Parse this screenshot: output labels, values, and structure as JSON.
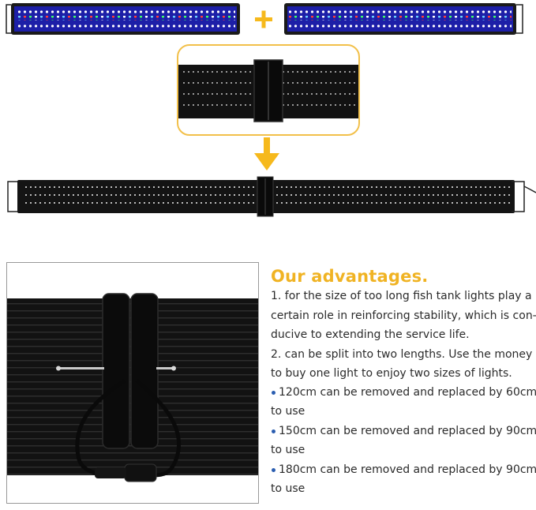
{
  "advantages": {
    "title": "Our advantages.",
    "lines": [
      "1. for the size of too long fish tank lights play a",
      "certain role in reinforcing stability, which is con-",
      "ducive to extending the service life.",
      "2. can be split into two lengths. Use the money",
      "to buy one light to enjoy two sizes of lights."
    ],
    "bullets": [
      {
        "first": "120cm can be removed and replaced by 60cm",
        "second": "to use"
      },
      {
        "first": "150cm can be removed and replaced by 90cm",
        "second": "to use"
      },
      {
        "first": "180cm can be removed and replaced by 90cm",
        "second": "to use"
      }
    ]
  },
  "colors": {
    "accent": "#f0b323",
    "arrow": "#f6b91c",
    "bullet": "#2a5db0",
    "text": "#2b2b2b",
    "light_body": "#141414"
  },
  "icons": [
    "plus-icon",
    "down-arrow-icon"
  ]
}
